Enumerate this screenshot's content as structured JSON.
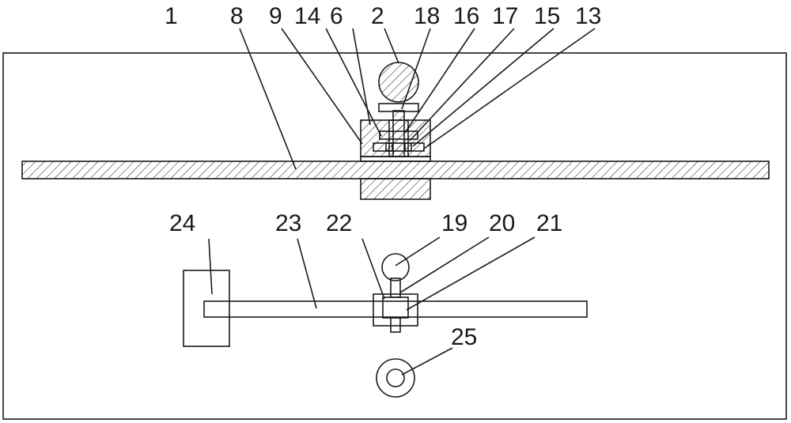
{
  "labels": {
    "l1": "1",
    "l8": "8",
    "l9": "9",
    "l14": "14",
    "l6": "6",
    "l2": "2",
    "l18": "18",
    "l16": "16",
    "l17": "17",
    "l15": "15",
    "l13": "13",
    "l24": "24",
    "l23": "23",
    "l22": "22",
    "l19": "19",
    "l20": "20",
    "l21": "21",
    "l25": "25"
  },
  "colors": {
    "line": "#1a1a1a",
    "background": "#ffffff"
  }
}
